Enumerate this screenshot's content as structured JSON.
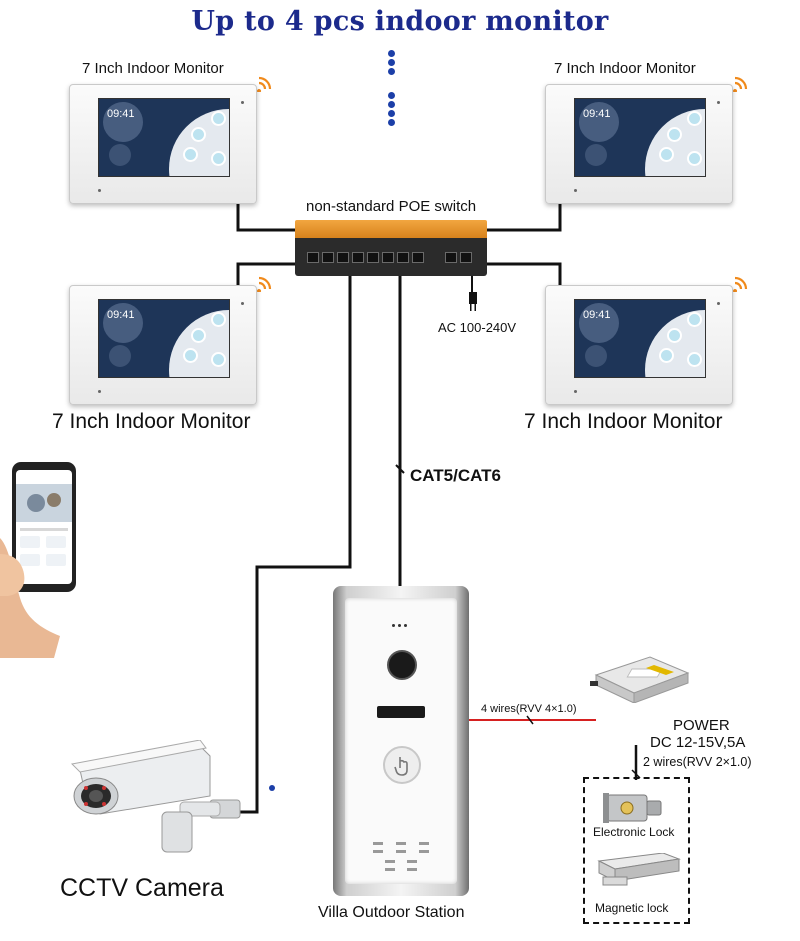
{
  "title": "Up to 4 pcs indoor monitor",
  "monitors": {
    "top_label": "7 Inch Indoor Monitor",
    "bottom_label": "7 Inch Indoor Monitor",
    "screen_time": "09:41"
  },
  "switch_label": "non-standard POE switch",
  "power_input_label": "AC 100-240V",
  "cable_label": "CAT5/CAT6",
  "outdoor_station_label": "Villa Outdoor Station",
  "camera_label": "CCTV Camera",
  "wire_label_station_power": "4 wires(RVV 4×1.0)",
  "power_supply": {
    "title": "POWER",
    "spec": "DC 12-15V,5A"
  },
  "wire_label_power_lock": "2 wires(RVV 2×1.0)",
  "locks": {
    "electronic": "Electronic Lock",
    "magnetic": "Magnetic lock"
  },
  "colors": {
    "title": "#1c2a8c",
    "wire": "#111111",
    "red_wire": "#d62020",
    "switch_accent": "#e8962f",
    "wifi": "#f08a1c"
  }
}
